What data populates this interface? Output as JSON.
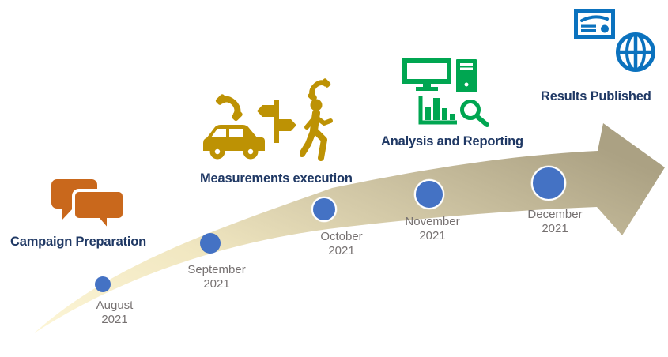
{
  "phases": [
    {
      "label": "Campaign Preparation",
      "icon_names": [
        "chat-bubbles-icon"
      ],
      "icon_color": "#C9681C"
    },
    {
      "label": "Measurements execution",
      "icon_names": [
        "phone-icon",
        "car-icon",
        "signpost-icon",
        "walking-person-icon"
      ],
      "icon_color": "#BD9204"
    },
    {
      "label": "Analysis and Reporting",
      "icon_names": [
        "computer-icon",
        "bar-chart-icon",
        "magnifier-icon"
      ],
      "icon_color": "#00A651"
    },
    {
      "label": "Results Published",
      "icon_names": [
        "certificate-icon",
        "globe-icon"
      ],
      "icon_color": "#0B72BE"
    }
  ],
  "milestones": [
    {
      "month": "August",
      "year": "2021"
    },
    {
      "month": "September",
      "year": "2021"
    },
    {
      "month": "October",
      "year": "2021"
    },
    {
      "month": "November",
      "year": "2021"
    },
    {
      "month": "December",
      "year": "2021"
    }
  ],
  "colors": {
    "phase_label_text": "#1F3864",
    "month_label_text": "#767171",
    "milestone_dot": "#4472C4",
    "arrow_gradient_start": "#FDF6D7",
    "arrow_gradient_end": "#ABA183",
    "campaign_orange": "#C9681C",
    "measurement_gold": "#BD9204",
    "analysis_green": "#00A651",
    "results_blue": "#0B72BE"
  }
}
